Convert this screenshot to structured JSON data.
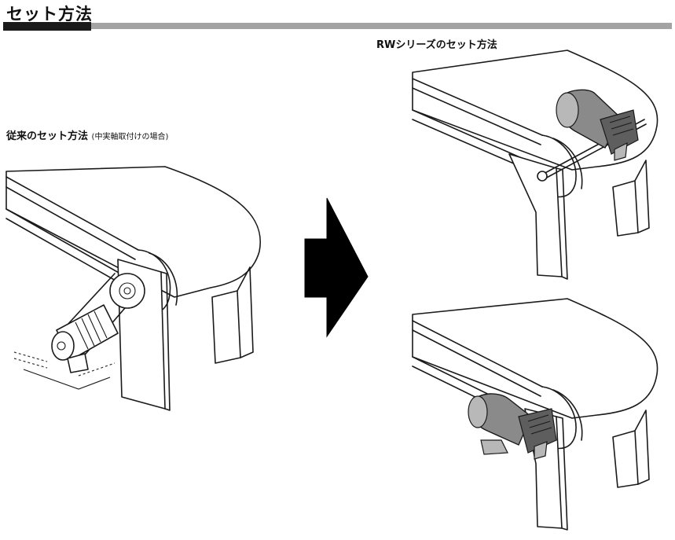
{
  "header": {
    "title": "セット方法"
  },
  "captions": {
    "conventional_main": "従来のセット方法",
    "conventional_sub": "(中実軸取付けの場合)",
    "rw_series": "RWシリーズのセット方法"
  },
  "colors": {
    "header_bar_dark": "#1a1a1a",
    "header_bar_grey": "#a3a3a3",
    "motor_grey": "#8a8a8a",
    "arrow": "#000000"
  },
  "icons": {
    "arrow": "right-arrow-icon"
  }
}
